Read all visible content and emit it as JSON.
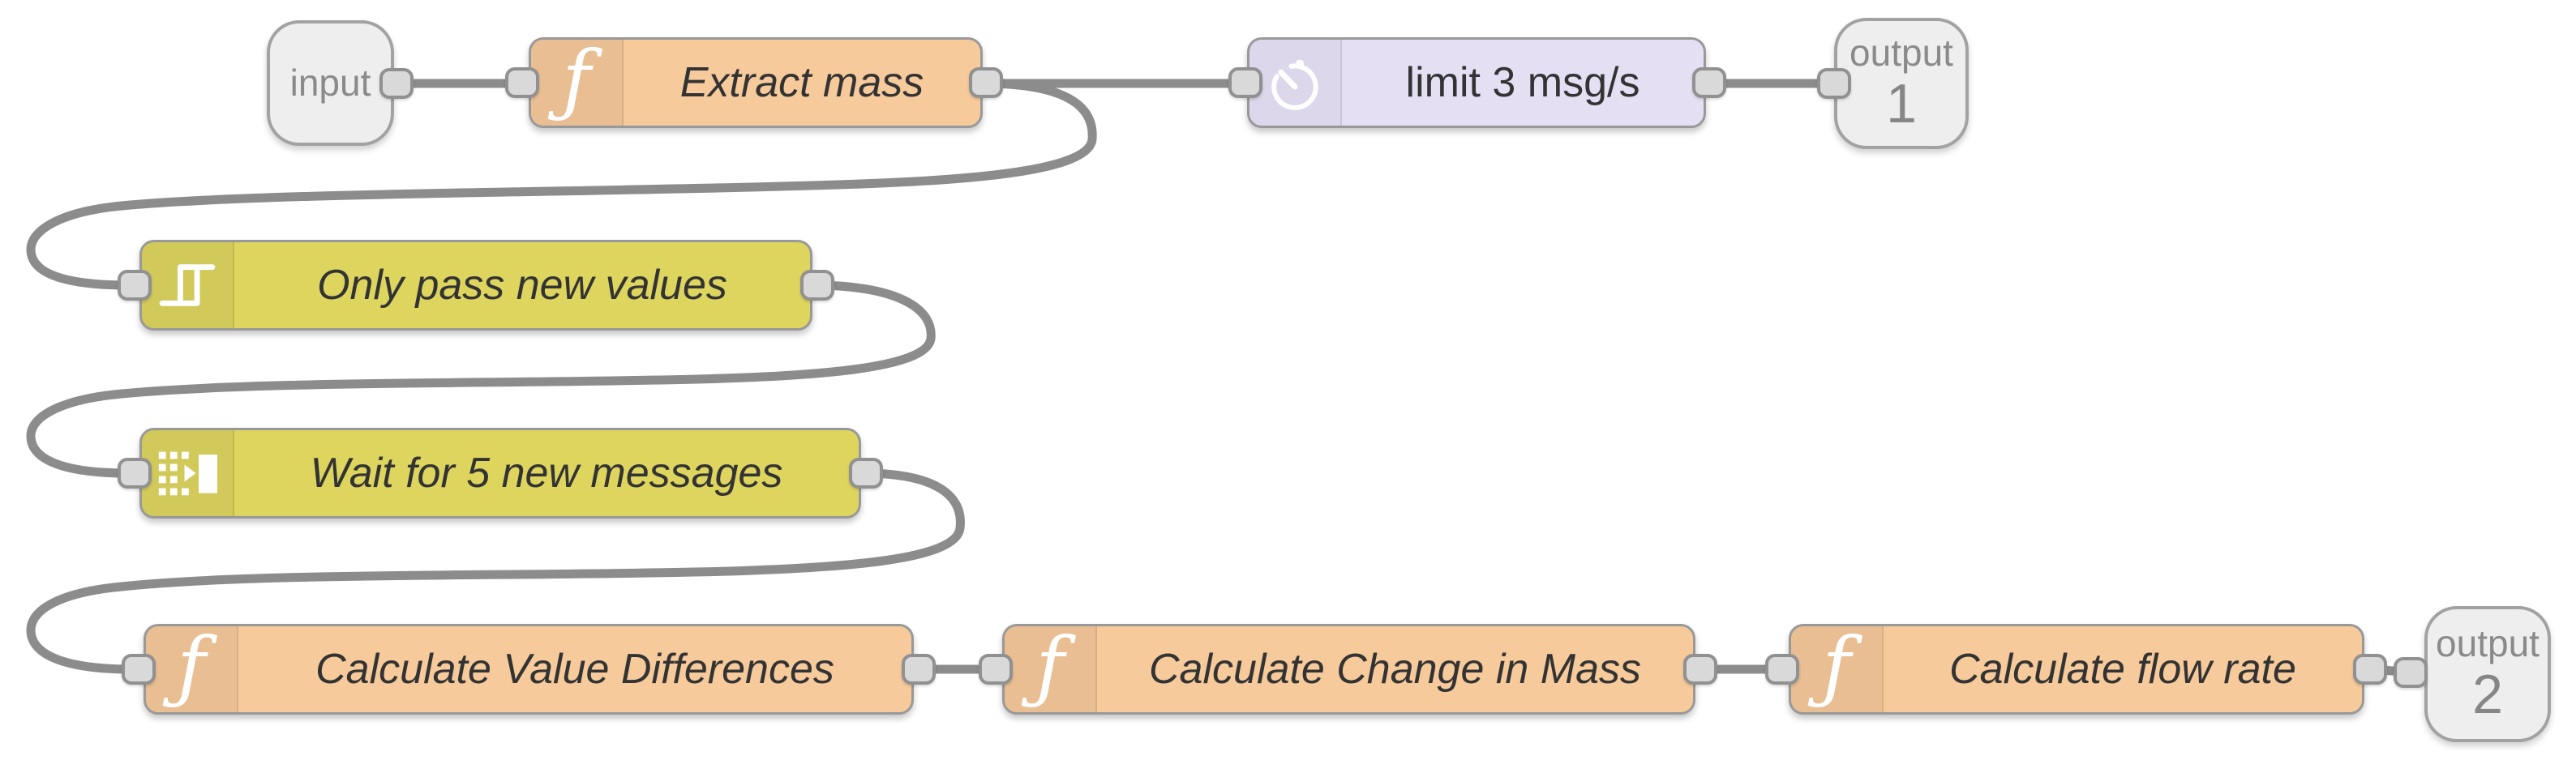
{
  "canvas": {
    "background_color": "#ffffff",
    "wire_color": "#8c8c8c",
    "port_fill": "#d9d9d9",
    "port_border": "#919191"
  },
  "colors": {
    "function_node": "#f6ca9b",
    "delay_node": "#e5dff4",
    "filter_node": "#ded55f",
    "io_node": "#eeeeee",
    "node_border": "#999999",
    "label_text": "#333333",
    "io_text": "#8a8a8a"
  },
  "nodes": [
    {
      "id": "input",
      "type": "subflow-input",
      "label": "input",
      "icon": "none"
    },
    {
      "id": "extract-mass",
      "type": "function",
      "label": "Extract mass",
      "icon": "function-icon"
    },
    {
      "id": "limit-rate",
      "type": "delay",
      "label": "limit 3 msg/s",
      "icon": "timer-icon"
    },
    {
      "id": "output-1",
      "type": "subflow-output",
      "label": "output",
      "number": "1",
      "icon": "none"
    },
    {
      "id": "only-pass-new",
      "type": "rbe-filter",
      "label": "Only pass new values",
      "icon": "step-filter-icon"
    },
    {
      "id": "wait-5-messages",
      "type": "batch",
      "label": "Wait for 5 new messages",
      "icon": "batch-icon"
    },
    {
      "id": "calc-value-diff",
      "type": "function",
      "label": "Calculate Value Differences",
      "icon": "function-icon"
    },
    {
      "id": "calc-change-mass",
      "type": "function",
      "label": "Calculate Change in Mass",
      "icon": "function-icon"
    },
    {
      "id": "calc-flow-rate",
      "type": "function",
      "label": "Calculate flow rate",
      "icon": "function-icon"
    },
    {
      "id": "output-2",
      "type": "subflow-output",
      "label": "output",
      "number": "2",
      "icon": "none"
    }
  ],
  "connections": [
    {
      "from": "input",
      "to": "extract-mass"
    },
    {
      "from": "extract-mass",
      "to": "limit-rate"
    },
    {
      "from": "extract-mass",
      "to": "only-pass-new"
    },
    {
      "from": "limit-rate",
      "to": "output-1"
    },
    {
      "from": "only-pass-new",
      "to": "wait-5-messages"
    },
    {
      "from": "wait-5-messages",
      "to": "calc-value-diff"
    },
    {
      "from": "calc-value-diff",
      "to": "calc-change-mass"
    },
    {
      "from": "calc-change-mass",
      "to": "calc-flow-rate"
    },
    {
      "from": "calc-flow-rate",
      "to": "output-2"
    }
  ]
}
